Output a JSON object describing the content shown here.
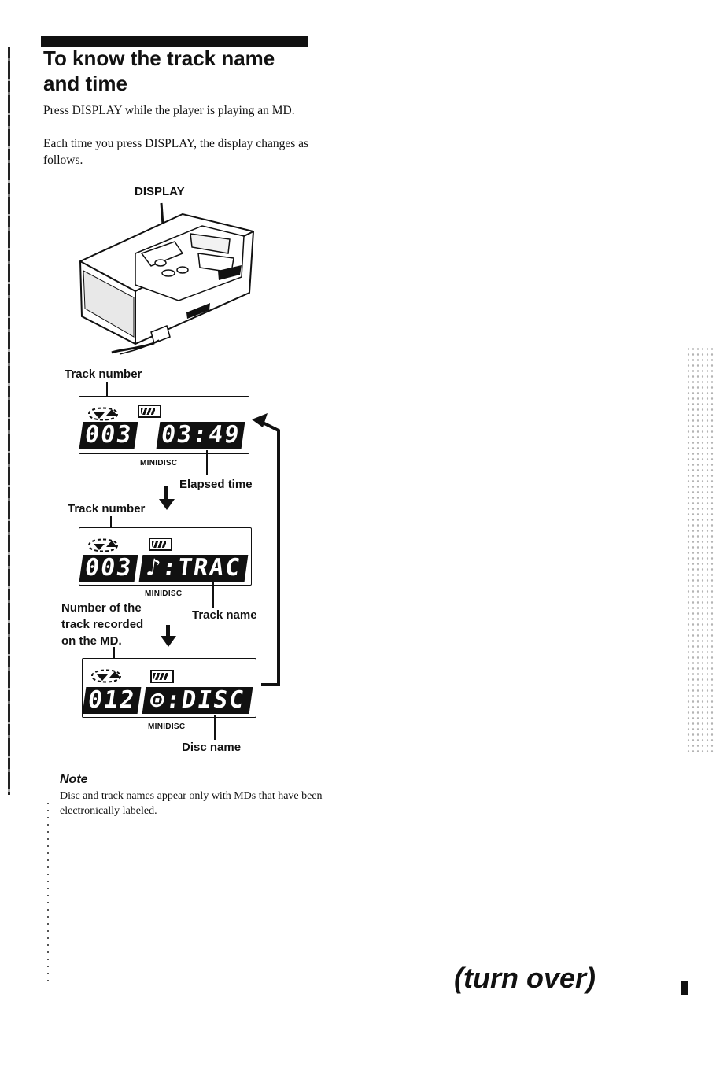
{
  "heading": {
    "line1": "To know the track name",
    "line2": "and time"
  },
  "intro": {
    "p1": "Press DISPLAY while the player is playing an MD.",
    "p2": "Each time you press DISPLAY, the display changes as follows."
  },
  "illustration": {
    "display_label": "DISPLAY"
  },
  "screens": [
    {
      "top_label": "Track number",
      "left_digits": "003",
      "right_text": "03:49",
      "minidisc": "MINIDISC",
      "pointer_label": "Elapsed time"
    },
    {
      "top_label": "Track number",
      "left_digits": "003",
      "right_text": "♪:TRAC",
      "minidisc": "MINIDISC",
      "pointer_label": "Track name"
    },
    {
      "top_label_lines": [
        "Number of the",
        "track recorded",
        "on the MD."
      ],
      "left_digits": "012",
      "right_text": "⊙:DISC",
      "minidisc": "MINIDISC",
      "pointer_label": "Disc name"
    }
  ],
  "note": {
    "title": "Note",
    "text": "Disc and track names appear only with MDs that have been electronically labeled."
  },
  "footer": {
    "turn_over": "(turn over)"
  }
}
